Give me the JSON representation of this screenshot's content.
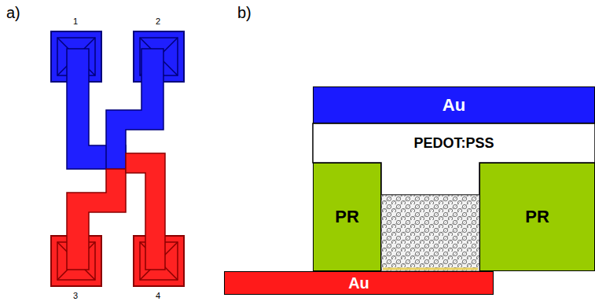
{
  "diagram": {
    "nodes": [
      {
        "text": [
          "Au"
        ]
      },
      {
        "text": [
          "PEDOT:PSS"
        ]
      },
      {
        "text": [
          "PR"
        ]
      },
      {
        "text": [
          "PR"
        ]
      },
      {
        "text": [
          "Au"
        ]
      }
    ],
    "labels": [
      "a)",
      "1",
      "2",
      "3",
      "4",
      "b)"
    ]
  }
}
